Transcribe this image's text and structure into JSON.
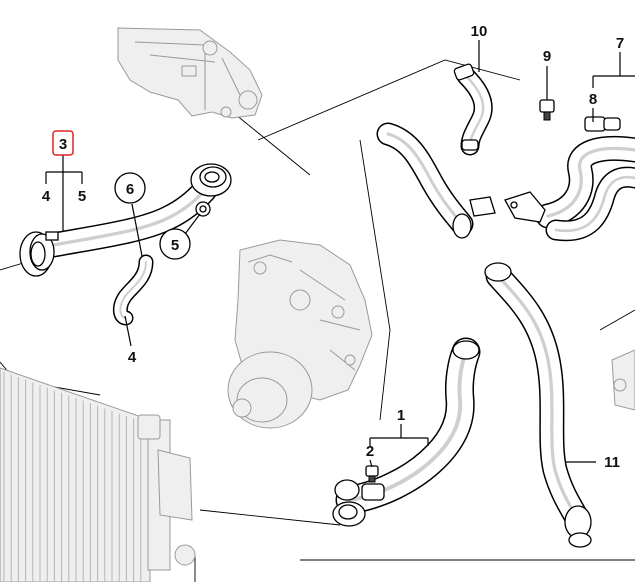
{
  "callouts": {
    "p1": "1",
    "p2": "2",
    "p3": "3",
    "p4a": "4",
    "p4b": "4",
    "p5a": "5",
    "p5b": "5",
    "p6": "6",
    "p7": "7",
    "p8": "8",
    "p9": "9",
    "p10": "10",
    "p11": "11"
  },
  "highlight": {
    "part": "3",
    "color": "#dd2222"
  }
}
